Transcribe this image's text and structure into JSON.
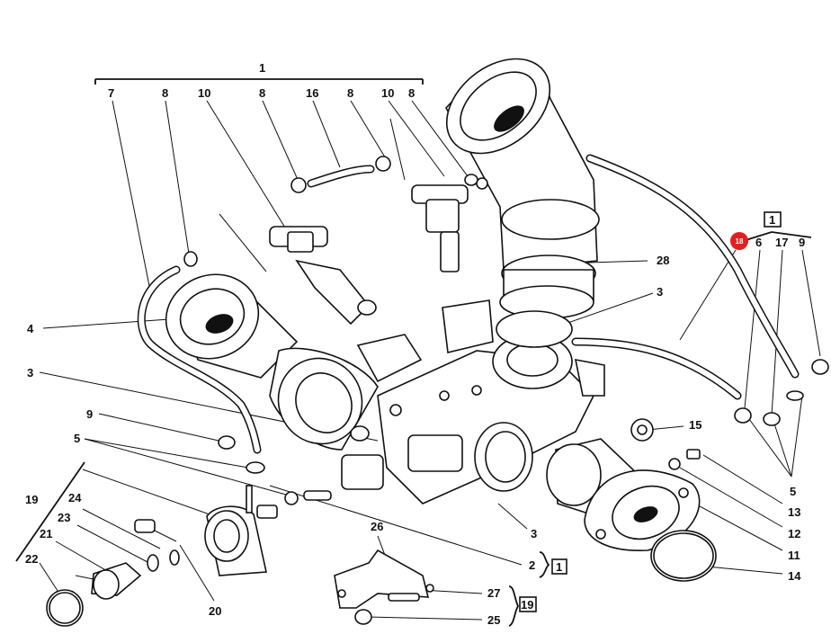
{
  "diagram": {
    "callouts": [
      "1",
      "7",
      "8",
      "10",
      "8",
      "16",
      "8",
      "10",
      "8",
      "4",
      "3",
      "9",
      "5",
      "19",
      "24",
      "23",
      "21",
      "22",
      "20",
      "26",
      "2",
      "27",
      "25",
      "3",
      "15",
      "28",
      "3",
      "6",
      "17",
      "9",
      "5",
      "13",
      "12",
      "11",
      "14"
    ],
    "group_boxes": [
      "1",
      "1",
      "19"
    ],
    "badge": "18"
  }
}
